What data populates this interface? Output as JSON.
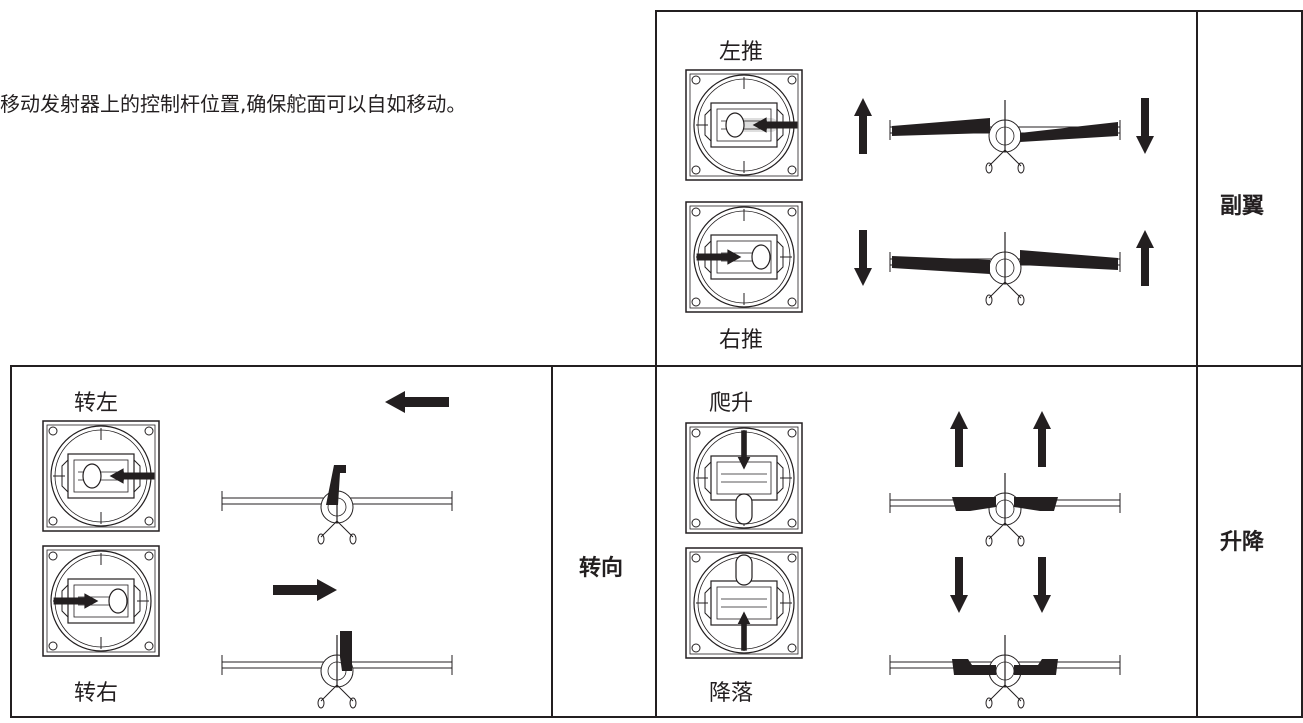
{
  "intro_text": "移动发射器上的控制杆位置,确保舵面可以自如移动。",
  "aileron": {
    "title": "副翼",
    "top_label": "左推",
    "bottom_label": "右推"
  },
  "elevator": {
    "title": "升降",
    "top_label": "爬升",
    "bottom_label": "降落"
  },
  "rudder": {
    "title": "转向",
    "top_label": "转左",
    "bottom_label": "转右"
  }
}
